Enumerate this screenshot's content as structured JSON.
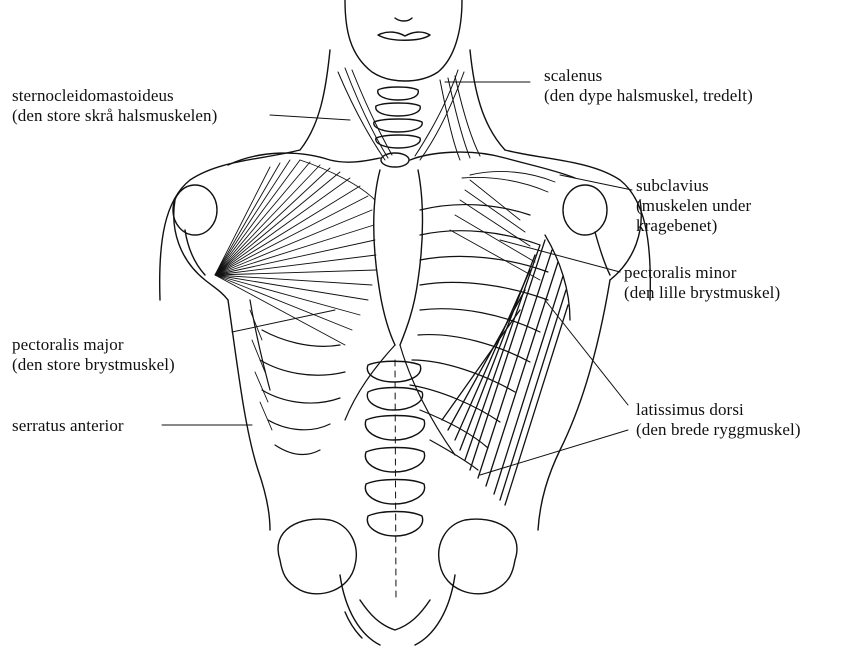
{
  "labels": {
    "sternocleidomastoideus": {
      "name": "sternocleidomastoideus",
      "desc": "(den store skrå halsmuskelen)"
    },
    "scalenus": {
      "name": "scalenus",
      "desc": "(den dype halsmuskel, tredelt)"
    },
    "subclavius": {
      "name": "subclavius",
      "desc1": "(muskelen under",
      "desc2": "kragebenet)"
    },
    "pectoralis_minor": {
      "name": "pectoralis minor",
      "desc": "(den lille brystmuskel)"
    },
    "pectoralis_major": {
      "name": "pectoralis major",
      "desc": "(den store brystmuskel)"
    },
    "serratus_anterior": {
      "name": "serratus anterior"
    },
    "latissimus_dorsi": {
      "name": "latissimus dorsi",
      "desc": "(den brede ryggmuskel)"
    }
  },
  "colors": {
    "ink": "#111111",
    "background": "#ffffff"
  }
}
